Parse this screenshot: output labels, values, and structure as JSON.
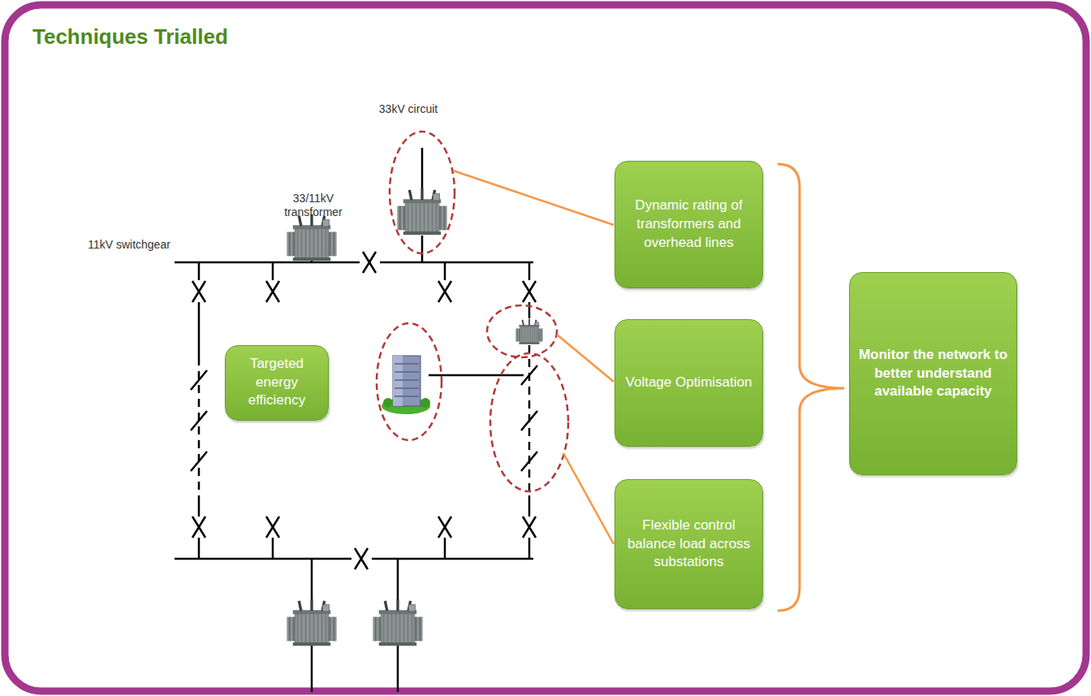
{
  "diagram": {
    "title": "Techniques Trialled",
    "nodes": [
      {
        "text": [
          "Dynamic rating of transformers and overhead lines"
        ]
      },
      {
        "text": [
          "Targeted energy efficiency"
        ]
      },
      {
        "text": [
          "Voltage Optimisation"
        ]
      },
      {
        "text": [
          "Flexible control balance load across substations"
        ]
      },
      {
        "text": [
          "Monitor the network to better understand available capacity"
        ]
      }
    ],
    "labels": [
      "33kV circuit",
      "33/11kV transformer",
      "11kV switchgear"
    ]
  }
}
